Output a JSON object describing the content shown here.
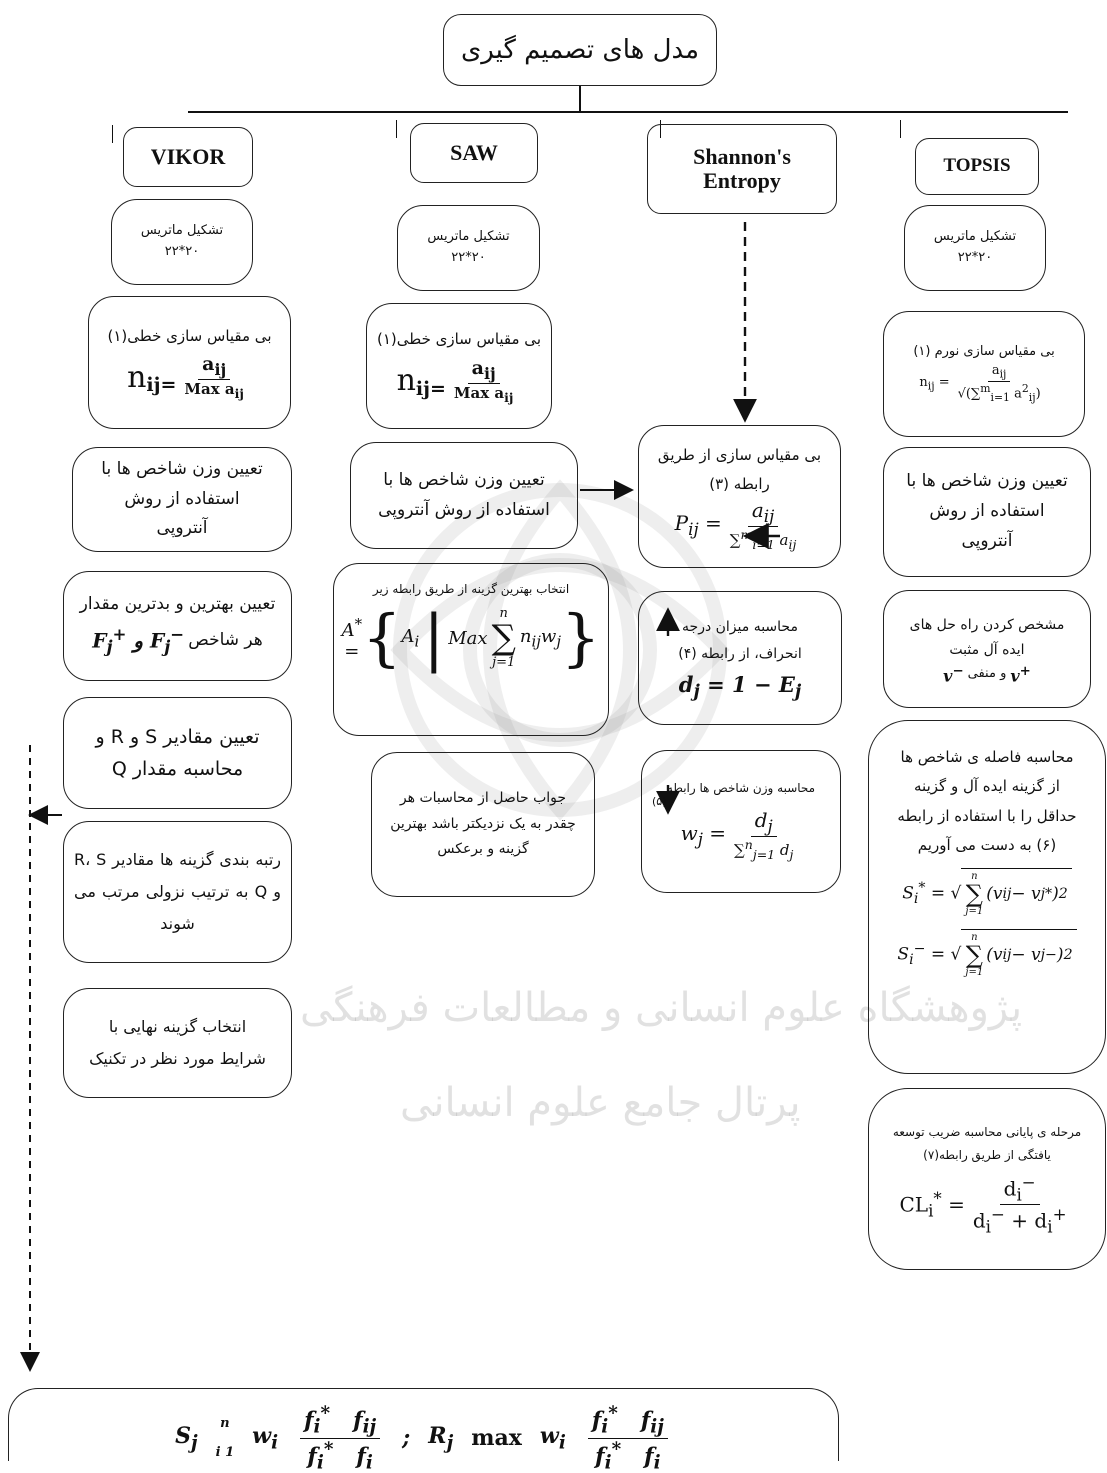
{
  "title": "مدل های تصمیم گیری",
  "columns": {
    "vikor": {
      "header": "VIKOR",
      "step1": "تشکیل ماتریس",
      "step1_sub": "۲۰*۲۲",
      "step2": "بی مقیاس سازی خطی(۱)",
      "step3": "تعیین وزن شاخص ها با استفاده از روش آنتروپی",
      "step4a": "تعیین بهترین و بدترین مقدار",
      "step4b": "هر شاخص",
      "step5": "تعیین مقادیر S و R و محاسبه مقدار Q",
      "step6": "رتبه بندی گزینه ها مقادیر R، S و Q به ترتیب نزولی مرتب می شوند",
      "step7": "انتخاب گزینه نهایی با شرایط مورد نظر در تکنیک"
    },
    "saw": {
      "header": "SAW",
      "step1": "تشکیل ماتریس",
      "step1_sub": "۲۰*۲۲",
      "step2": "بی مقیاس سازی خطی(۱)",
      "step3": "تعیین وزن شاخص ها با استفاده از روش آنتروپی",
      "step4": "انتخاب بهترین گزینه از طریق رابطه زیر",
      "step5": "جواب حاصل از محاسبات هر چقدر به یک نزدیکتر باشد بهترین گزینه و برعکس"
    },
    "shannon": {
      "header_line1": "Shannon's",
      "header_line2": "Entropy",
      "step1": "بی مقیاس سازی از طریق رابطه (۳)",
      "step2": "محاسبه میزان درجه انحراف، از رابطه (۴)",
      "step3": "محاسبه وزن شاخص ها رابطه",
      "step3_num": "(۵)"
    },
    "topsis": {
      "header": "TOPSIS",
      "step1": "تشکیل ماتریس",
      "step1_sub": "۲۰*۲۲",
      "step2": "بی مقیاس سازی نورم (۱)",
      "step3": "تعیین وزن شاخص ها با استفاده از روش آنتروپی",
      "step4a": "مشخص کردن راه حل های ایده آل مثبت",
      "step4b": "و منفی",
      "step5": "محاسبه فاصله ی شاخص ها از گزینه ایده آل و گزینه حداقل را با استفاده از رابطه (۶) به دست می آوریم",
      "step6": "مرحله ی پایانی محاسبه ضریب توسعه یافتگی از طریق رابطه(۷)"
    }
  },
  "watermark": {
    "line1": "پژوهشگاه علوم انسانی و مطالعات فرهنگی",
    "line2": "پرتال جامع علوم انسانی"
  }
}
